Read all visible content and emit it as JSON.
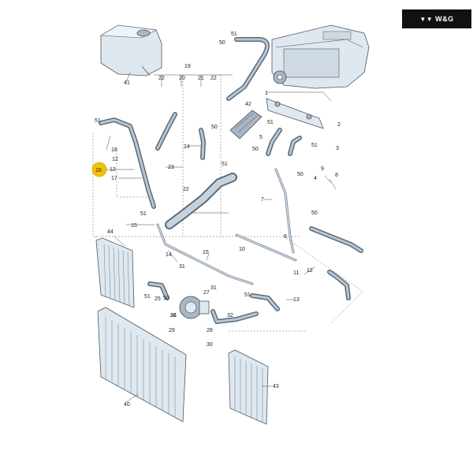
{
  "brand": {
    "text": "W&G",
    "icon": "vw-logo-mark"
  },
  "highlight_color": "#f2c200",
  "highlighted_part": "16",
  "labels": [
    {
      "id": "p41",
      "text": "41"
    },
    {
      "id": "p50a",
      "text": "50"
    },
    {
      "id": "p51a",
      "text": "51"
    },
    {
      "id": "p19",
      "text": "19"
    },
    {
      "id": "p22a",
      "text": "22"
    },
    {
      "id": "p20",
      "text": "20"
    },
    {
      "id": "p21",
      "text": "21"
    },
    {
      "id": "p22b",
      "text": "22"
    },
    {
      "id": "p42",
      "text": "42"
    },
    {
      "id": "p1",
      "text": "1"
    },
    {
      "id": "p51b",
      "text": "51"
    },
    {
      "id": "p2",
      "text": "2"
    },
    {
      "id": "p51c",
      "text": "51"
    },
    {
      "id": "p50b",
      "text": "50"
    },
    {
      "id": "p50c",
      "text": "50"
    },
    {
      "id": "p5",
      "text": "5"
    },
    {
      "id": "p51d",
      "text": "51"
    },
    {
      "id": "p3",
      "text": "3"
    },
    {
      "id": "p18",
      "text": "18"
    },
    {
      "id": "p12a",
      "text": "12"
    },
    {
      "id": "p24",
      "text": "24"
    },
    {
      "id": "p16",
      "text": "16"
    },
    {
      "id": "p12b",
      "text": "12"
    },
    {
      "id": "p17",
      "text": "17"
    },
    {
      "id": "p23",
      "text": "23"
    },
    {
      "id": "p51e",
      "text": "51"
    },
    {
      "id": "p50d",
      "text": "50"
    },
    {
      "id": "p9",
      "text": "9"
    },
    {
      "id": "p4",
      "text": "4"
    },
    {
      "id": "p8",
      "text": "8"
    },
    {
      "id": "p22c",
      "text": "22"
    },
    {
      "id": "p7",
      "text": "7"
    },
    {
      "id": "p51f",
      "text": "51"
    },
    {
      "id": "p15",
      "text": "15"
    },
    {
      "id": "p50e",
      "text": "50"
    },
    {
      "id": "p44",
      "text": "44"
    },
    {
      "id": "p14",
      "text": "14"
    },
    {
      "id": "p10",
      "text": "10"
    },
    {
      "id": "p6",
      "text": "6"
    },
    {
      "id": "p15b",
      "text": "15"
    },
    {
      "id": "p31a",
      "text": "31"
    },
    {
      "id": "p12c",
      "text": "12"
    },
    {
      "id": "p11",
      "text": "11"
    },
    {
      "id": "p31b",
      "text": "31"
    },
    {
      "id": "p27",
      "text": "27"
    },
    {
      "id": "p51g",
      "text": "51"
    },
    {
      "id": "p25",
      "text": "25"
    },
    {
      "id": "p50f",
      "text": "50"
    },
    {
      "id": "p31c",
      "text": "31"
    },
    {
      "id": "p51h",
      "text": "51"
    },
    {
      "id": "p13",
      "text": "13"
    },
    {
      "id": "p26",
      "text": "26"
    },
    {
      "id": "p29",
      "text": "29"
    },
    {
      "id": "p28",
      "text": "28"
    },
    {
      "id": "p32",
      "text": "32"
    },
    {
      "id": "p30",
      "text": "30"
    },
    {
      "id": "p40",
      "text": "40"
    },
    {
      "id": "p43",
      "text": "43"
    }
  ]
}
